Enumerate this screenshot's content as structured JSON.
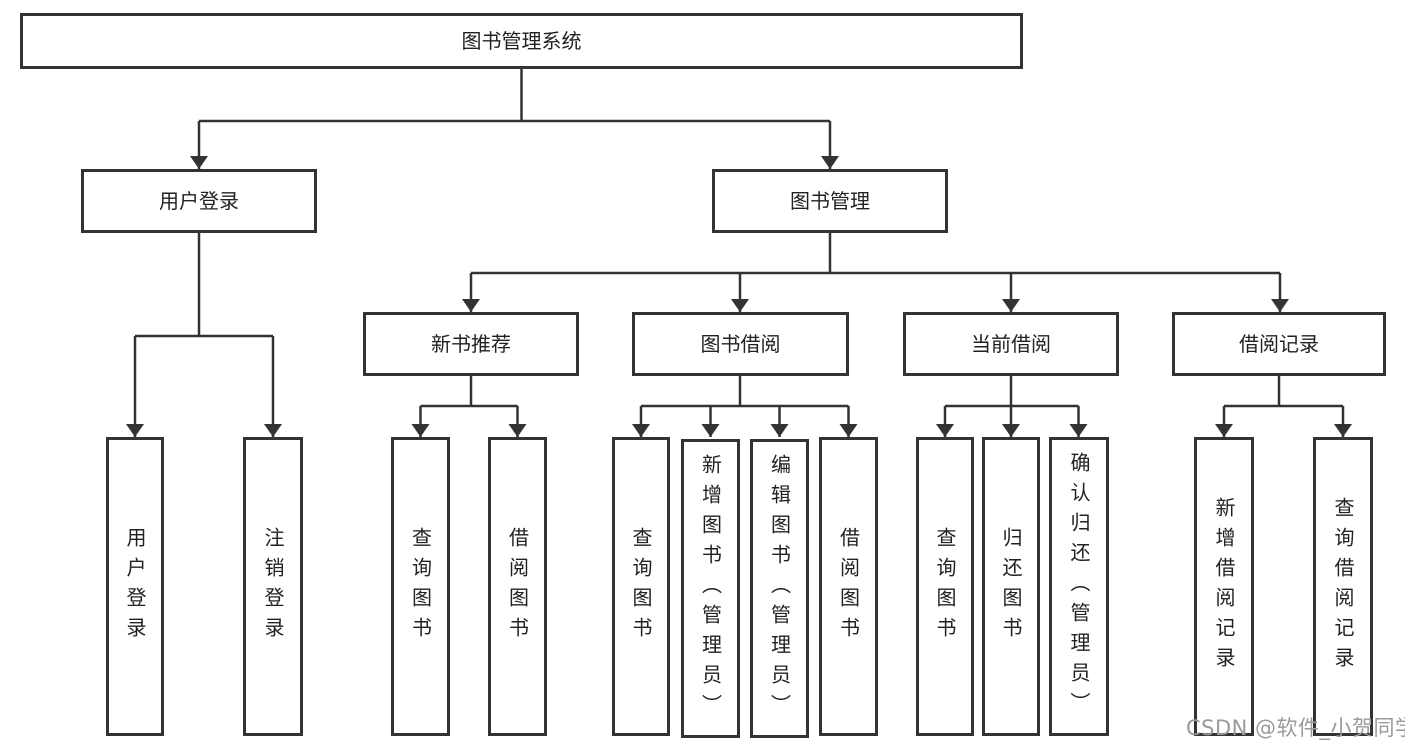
{
  "colors": {
    "line": "#333333",
    "text": "#222222",
    "background": "#ffffff",
    "watermark": "#9a9a9a"
  },
  "nodes": {
    "root": {
      "label": "图书管理系统"
    },
    "user_login": {
      "label": "用户登录"
    },
    "book_mgmt": {
      "label": "图书管理"
    },
    "new_book_rec": {
      "label": "新书推荐"
    },
    "book_borrow": {
      "label": "图书借阅"
    },
    "current_borrow": {
      "label": "当前借阅"
    },
    "borrow_records": {
      "label": "借阅记录"
    },
    "leaf_user_login": {
      "label": "用户登录"
    },
    "leaf_logout": {
      "label": "注销登录"
    },
    "leaf_query_book_1": {
      "label": "查询图书"
    },
    "leaf_borrow_book_1": {
      "label": "借阅图书"
    },
    "leaf_query_book_2": {
      "label": "查询图书"
    },
    "leaf_add_book": {
      "label": "新增图书（管理员）"
    },
    "leaf_edit_book": {
      "label": "编辑图书（管理员）"
    },
    "leaf_borrow_book_2": {
      "label": "借阅图书"
    },
    "leaf_query_book_3": {
      "label": "查询图书"
    },
    "leaf_return_book": {
      "label": "归还图书"
    },
    "leaf_confirm_return": {
      "label": "确认归还（管理员）"
    },
    "leaf_add_record": {
      "label": "新增借阅记录"
    },
    "leaf_query_record": {
      "label": "查询借阅记录"
    }
  },
  "watermark": {
    "text": "CSDN @软件_小贺同学"
  }
}
